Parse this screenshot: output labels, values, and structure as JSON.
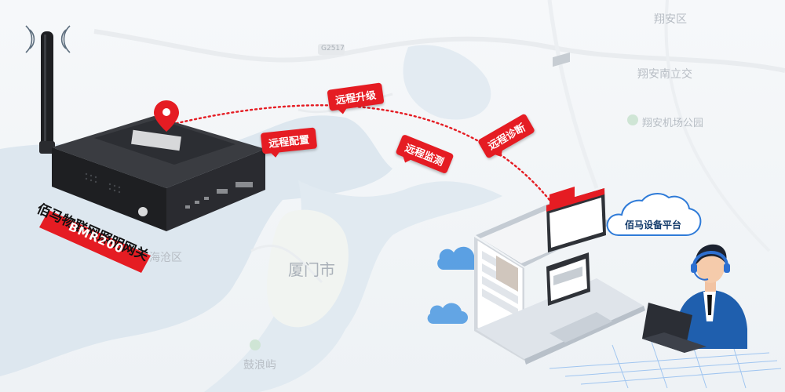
{
  "map": {
    "labels": {
      "xiangan_district": "翔安区",
      "xiangan_nanlijiao": "翔安南立交",
      "xiangan_airport_park": "翔安机场公园",
      "haicang_district": "海沧区",
      "xiamen_city": "厦门市",
      "gulangyu": "鼓浪屿",
      "highway": "G2517"
    }
  },
  "functions": {
    "remote_config": "远程配置",
    "remote_upgrade": "远程升级",
    "remote_monitor": "远程监测",
    "remote_diagnose": "远程诊断"
  },
  "device": {
    "name": "佰马物联网照明网关",
    "model": "BMR200"
  },
  "platform": {
    "name": "佰马设备平台"
  },
  "colors": {
    "accent": "#e51c23",
    "platform_blue": "#1f6fd1",
    "device_black": "#1e1f22"
  }
}
